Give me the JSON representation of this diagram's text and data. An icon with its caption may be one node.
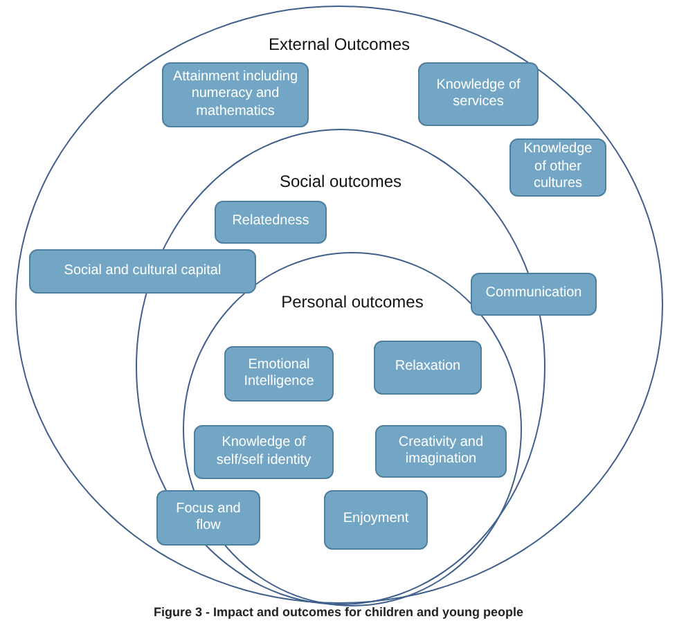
{
  "diagram": {
    "caption": "Figure 3 - Impact and outcomes for children and young people",
    "nodes": [
      {
        "text": [
          "External Outcomes"
        ]
      },
      {
        "text": [
          "Attainment including numeracy and mathematics"
        ],
        "in": 0
      },
      {
        "text": [
          "Knowledge of services"
        ],
        "in": 0
      },
      {
        "text": [
          "Knowledge of other cultures"
        ],
        "in": 0
      },
      {
        "text": [
          "Social outcomes"
        ],
        "in": 0
      },
      {
        "text": [
          "Relatedness"
        ],
        "in": 4
      },
      {
        "text": [
          "Social and cultural capital"
        ],
        "in": 0
      },
      {
        "text": [
          "Communication"
        ],
        "in": 0
      },
      {
        "text": [
          "Personal outcomes"
        ],
        "in": 4
      },
      {
        "text": [
          "Emotional Intelligence"
        ],
        "in": 8
      },
      {
        "text": [
          "Relaxation"
        ],
        "in": 8
      },
      {
        "text": [
          "Knowledge of self/self identity"
        ],
        "in": 8
      },
      {
        "text": [
          "Creativity and imagination"
        ],
        "in": 8
      },
      {
        "text": [
          "Focus and flow"
        ],
        "in": 4
      },
      {
        "text": [
          "Enjoyment"
        ],
        "in": 8
      }
    ]
  }
}
